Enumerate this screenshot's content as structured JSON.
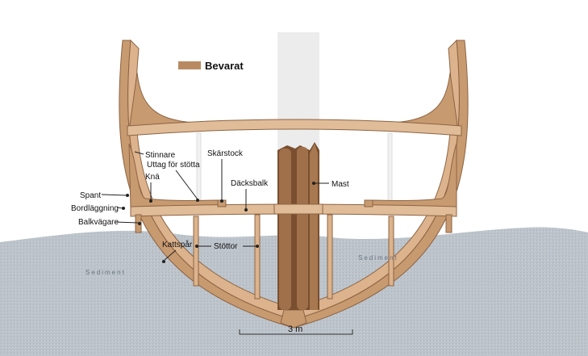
{
  "legend": {
    "label": "Bevarat",
    "color": "#b98a62"
  },
  "labels": {
    "stinnare": "Stinnare",
    "uttag": "Uttag för stötta",
    "kna": "Knä",
    "spant": "Spant",
    "bordlaggning": "Bordläggning",
    "balkvagare": "Balkvägare",
    "kattspar": "Kattspår",
    "stottor": "Stöttor",
    "skarstock": "Skärstock",
    "dacksbalk": "Däcksbalk",
    "mast": "Mast"
  },
  "sediment_left": "Sediment",
  "sediment_right": "Sediment",
  "scale": "3 m",
  "colors": {
    "wood": "#d9b08a",
    "wood_dark": "#b98a62",
    "mast": "#9a6a44",
    "sediment": "#bfc6cc"
  }
}
